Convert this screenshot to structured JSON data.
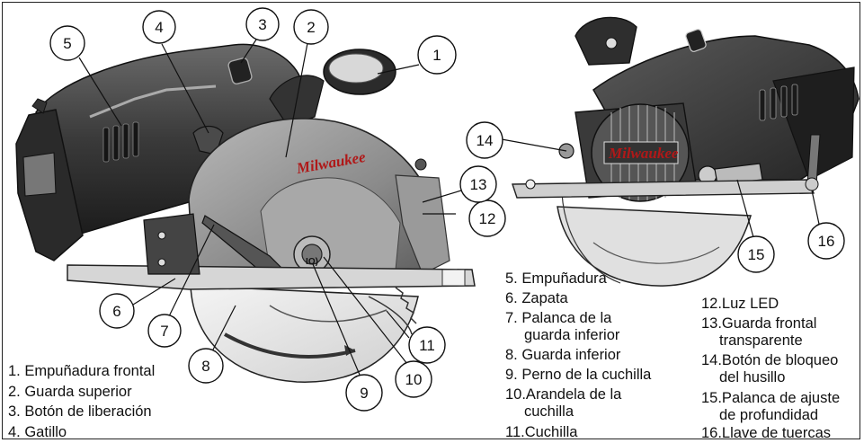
{
  "brand": "Milwaukee",
  "spindle_mark": "IO)",
  "callouts": [
    "1",
    "2",
    "3",
    "4",
    "5",
    "6",
    "7",
    "8",
    "9",
    "10",
    "11",
    "12",
    "13",
    "14",
    "15",
    "16"
  ],
  "legend": {
    "col1": [
      "1. Empuñadura frontal",
      "2. Guarda superior",
      "3. Botón de liberación",
      "4. Gatillo"
    ],
    "col2": [
      [
        "5. Empuñadura"
      ],
      [
        "6. Zapata"
      ],
      [
        "7. Palanca de la",
        "guarda inferior"
      ],
      [
        "8. Guarda inferior"
      ],
      [
        "9. Perno de la cuchilla"
      ],
      [
        "10.Arandela de la",
        "cuchilla"
      ],
      [
        "11.Cuchilla"
      ]
    ],
    "col3": [
      [
        "12.Luz LED"
      ],
      [
        "13.Guarda frontal",
        "transparente"
      ],
      [
        "14.Botón de bloqueo",
        "del husillo"
      ],
      [
        "15.Palanca de ajuste",
        "de profundidad"
      ],
      [
        "16.Llave de tuercas"
      ]
    ]
  }
}
